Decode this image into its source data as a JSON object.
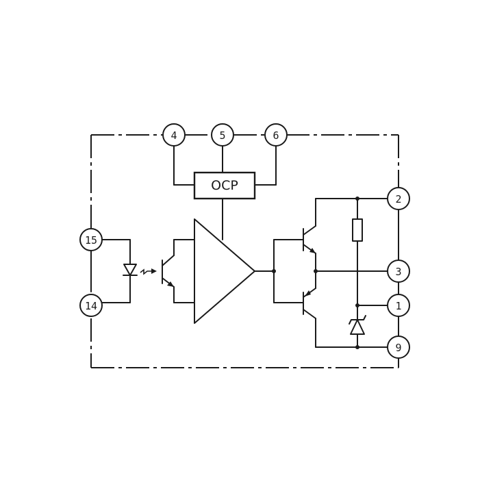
{
  "diagram": {
    "pins": {
      "p4": "4",
      "p5": "5",
      "p6": "6",
      "p2": "2",
      "p3": "3",
      "p1": "1",
      "p9": "9",
      "p15": "15",
      "p14": "14"
    },
    "blocks": {
      "ocp": "OCP"
    },
    "colors": {
      "ink": "#1a1a1a",
      "paper": "#ffffff"
    }
  }
}
